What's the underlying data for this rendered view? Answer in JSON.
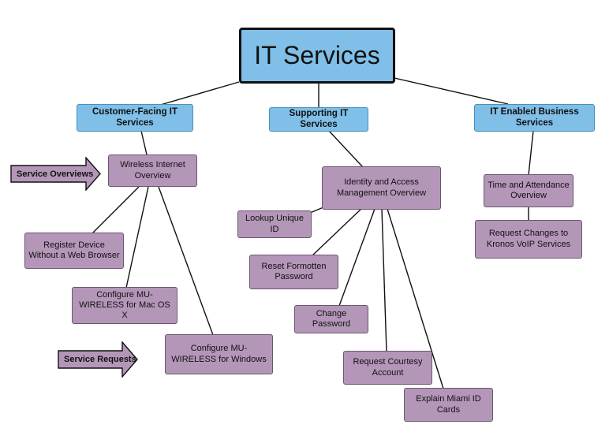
{
  "root": {
    "label": "IT Services"
  },
  "categories": [
    {
      "label": "Customer-Facing IT Services"
    },
    {
      "label": "Supporting IT Services"
    },
    {
      "label": "IT Enabled Business Services"
    }
  ],
  "customer_facing": {
    "overview": "Wireless Internet Overview",
    "register_device": "Register Device Without a Web Browser",
    "configure_mac": "Configure MU-WIRELESS for Mac OS X",
    "configure_windows": "Configure MU-WIRELESS for Windows"
  },
  "supporting": {
    "overview": "Identity and Access Management Overview",
    "lookup_id": "Lookup Unique ID",
    "reset_password": "Reset Formotten Password",
    "change_password": "Change Password",
    "courtesy_account": "Request Courtesy Account",
    "miami_id": "Explain Miami ID Cards"
  },
  "business": {
    "overview": "Time and Attendance Overview",
    "kronos": "Request Changes to Kronos VoIP Services"
  },
  "annotations": {
    "service_overviews": "Service Overviews",
    "service_requests": "Service Requests"
  },
  "colors": {
    "category_fill": "#7fbfe8",
    "service_fill": "#b497b8",
    "line": "#111111"
  }
}
